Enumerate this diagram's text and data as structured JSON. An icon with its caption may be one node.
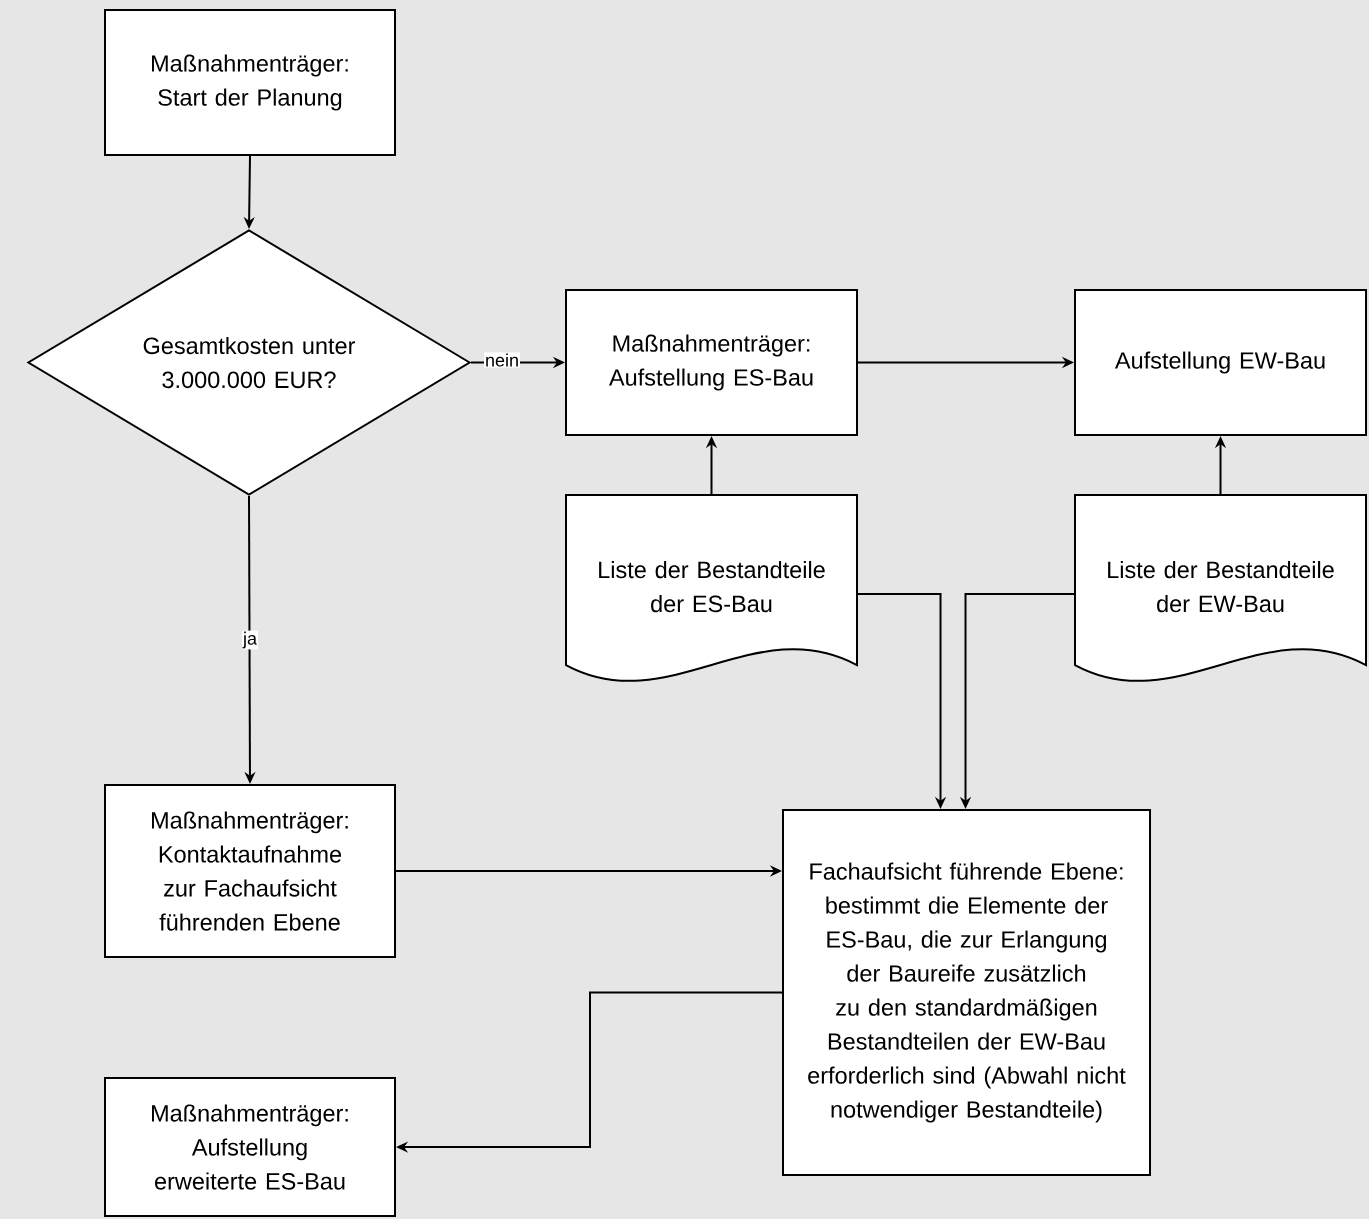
{
  "diagram": {
    "nodes": [
      {
        "text": [
          "Maßnahmenträger: Start der Planung"
        ]
      },
      {
        "text": [
          "Gesamtkosten unter 3.000.000 EUR?"
        ]
      },
      {
        "text": [
          "Maßnahmenträger: Aufstellung ES-Bau"
        ]
      },
      {
        "text": [
          "Aufstellung EW-Bau"
        ]
      },
      {
        "text": [
          "Liste der Bestandteile der ES-Bau"
        ]
      },
      {
        "text": [
          "Liste der Bestandteile der EW-Bau"
        ]
      },
      {
        "text": [
          "Maßnahmenträger: Kontaktaufnahme zur Fachaufsicht führenden Ebene"
        ]
      },
      {
        "text": [
          "Fachaufsicht führende Ebene: bestimmt die Elemente der ES-Bau, die zur Erlangung der Baureife zusätzlich zu den standardmäßigen Bestandteilen der EW-Bau erforderlich sind (Abwahl nicht notwendiger Bestandteile)"
        ]
      },
      {
        "text": [
          "Maßnahmenträger: Aufstellung erweiterte ES-Bau"
        ]
      }
    ],
    "edges": [
      {
        "from": 0,
        "to": 1,
        "arrow": "to"
      },
      {
        "from": 1,
        "to": 2,
        "arrow": "to",
        "label": "nein"
      },
      {
        "from": 2,
        "to": 3,
        "arrow": "to"
      },
      {
        "from": 4,
        "to": 2,
        "arrow": "to"
      },
      {
        "from": 5,
        "to": 3,
        "arrow": "to"
      },
      {
        "from": 1,
        "to": 6,
        "arrow": "to",
        "label": "ja"
      },
      {
        "from": 6,
        "to": 7,
        "arrow": "to"
      },
      {
        "from": 4,
        "to": 7,
        "arrow": "to"
      },
      {
        "from": 5,
        "to": 7,
        "arrow": "to"
      },
      {
        "from": 7,
        "to": 8,
        "arrow": "to"
      }
    ]
  }
}
